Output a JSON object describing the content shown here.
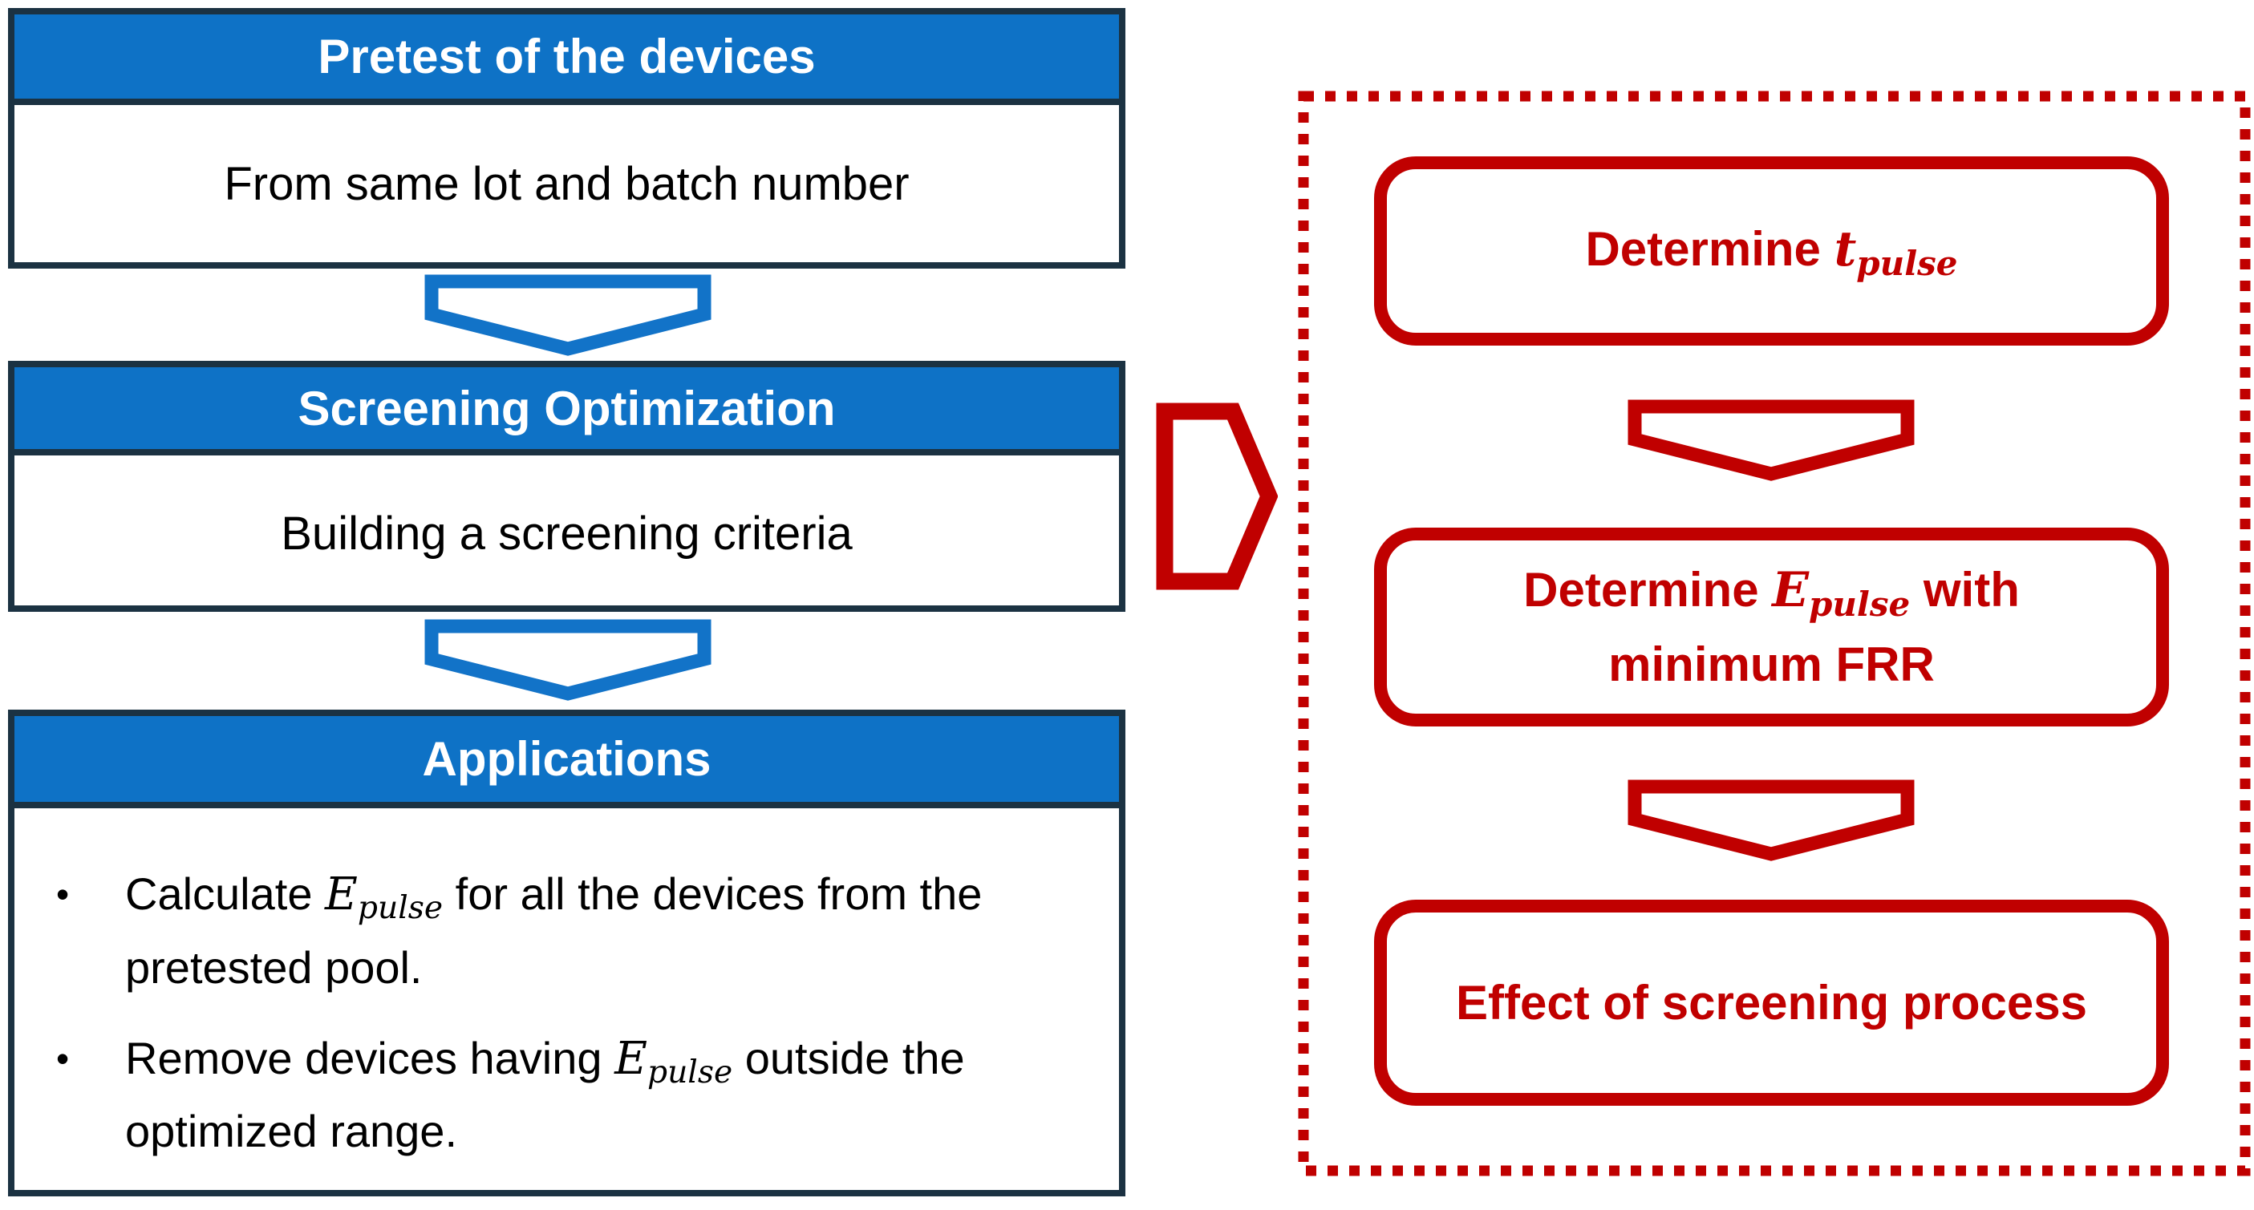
{
  "colors": {
    "blue_header": "#0E72C6",
    "dark_border": "#1B3242",
    "red_accent": "#C00000"
  },
  "left": {
    "box1": {
      "header": "Pretest of the devices",
      "body": "From same lot and batch number"
    },
    "box2": {
      "header": "Screening Optimization",
      "body": "Building a screening criteria"
    },
    "box3": {
      "header": "Applications",
      "bullet_marker": "•",
      "bullets": [
        {
          "pre": "Calculate ",
          "math": "E",
          "sub": "pulse",
          "post": " for all the devices from the pretested pool."
        },
        {
          "pre": "Remove devices having ",
          "math": "E",
          "sub": "pulse",
          "post": " outside the optimized range."
        }
      ]
    }
  },
  "right": {
    "box1": {
      "pre": "Determine ",
      "math": "t",
      "sub": "pulse"
    },
    "box2": {
      "pre": "Determine ",
      "math": "E",
      "sub": "pulse",
      "post": " with",
      "line2": "minimum FRR"
    },
    "box3": {
      "label": "Effect of screening process"
    }
  }
}
